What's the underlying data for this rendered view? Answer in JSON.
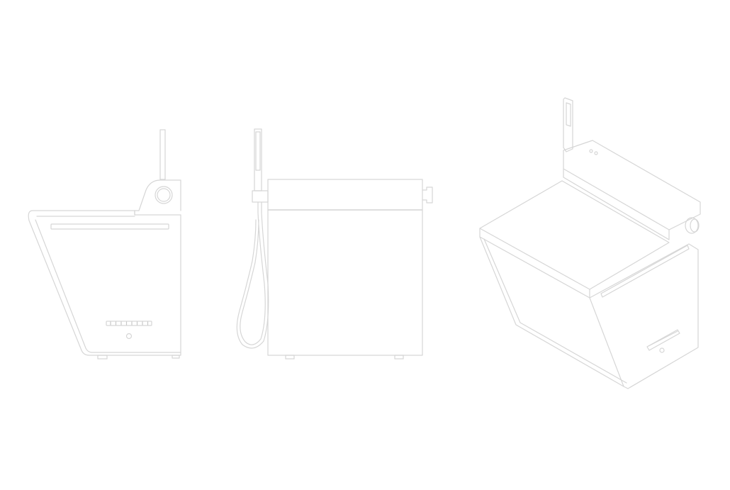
{
  "drawing": {
    "views": [
      "side-view",
      "front-view",
      "isometric-view"
    ],
    "colors": {
      "background": "#ffffff",
      "line": "#d6d6d6",
      "detail": "#c8c8c8"
    }
  }
}
